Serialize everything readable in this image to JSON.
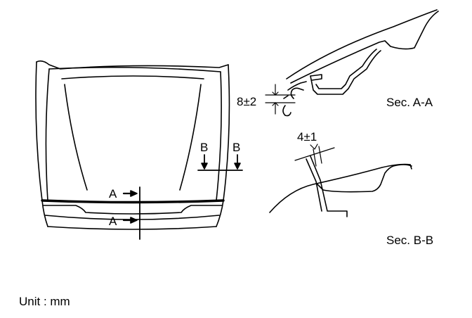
{
  "labels": {
    "section_a_marker": "A",
    "section_b_marker": "B",
    "sec_a_title": "Sec. A-A",
    "sec_b_title": "Sec. B-B",
    "gap_a": "8±2",
    "gap_b": "4±1",
    "unit": "Unit : mm"
  },
  "colors": {
    "line": "#000000",
    "background": "#ffffff"
  }
}
